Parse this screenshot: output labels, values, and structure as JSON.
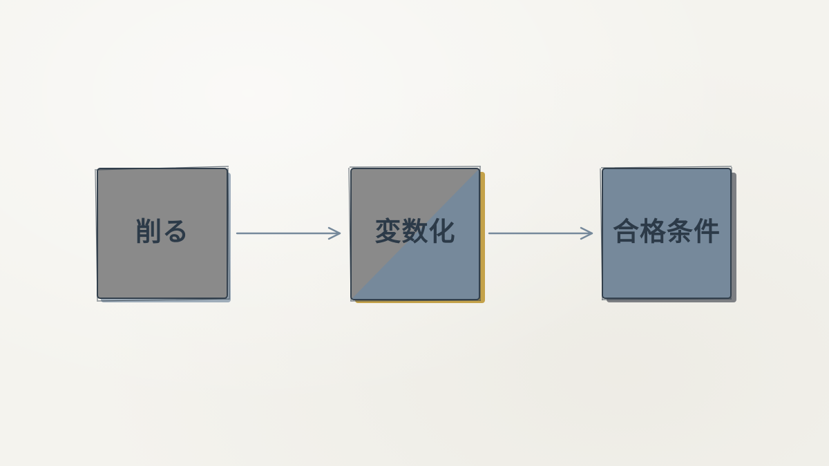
{
  "nodes": [
    {
      "id": "delete",
      "label": "削る",
      "fill": "gray"
    },
    {
      "id": "variable",
      "label": "変数化",
      "fill": "split"
    },
    {
      "id": "criteria",
      "label": "合格条件",
      "fill": "blue"
    }
  ],
  "colors": {
    "background": "#f4f3ee",
    "gray_fill": "#8a8a8a",
    "blue_fill": "#76899b",
    "outline": "#33404d",
    "text": "#2c3a48",
    "arrow": "#76899b",
    "accent_shadow": "#c4a24a",
    "blue_shadow": "#8fa0b0",
    "gray_shadow": "#7d7f83"
  }
}
